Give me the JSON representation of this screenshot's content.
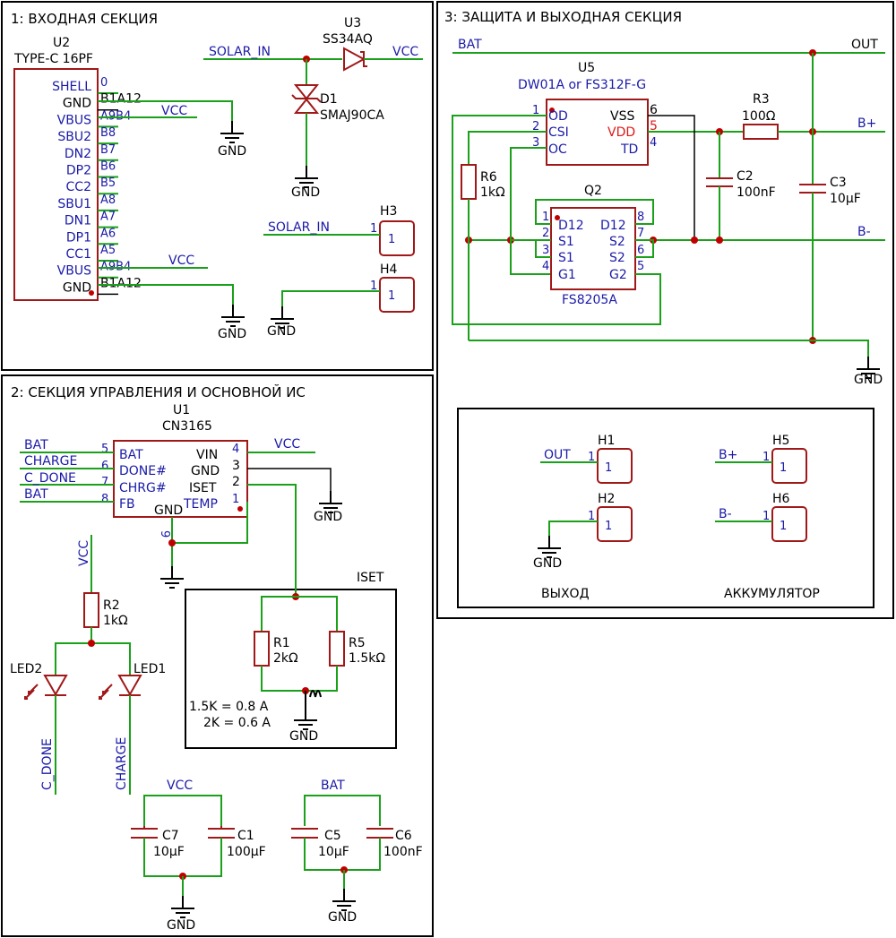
{
  "sections": {
    "input": "1: ВХОДНАЯ СЕКЦИЯ",
    "control": "2: СЕКЦИЯ УПРАВЛЕНИЯ И ОСНОВНОЙ ИС",
    "protection": "3: ЗАЩИТА И ВЫХОДНАЯ СЕКЦИЯ",
    "iset_box": "ISET"
  },
  "connector_u2": {
    "ref": "U2",
    "value": "TYPE-C 16PF",
    "left_labels": [
      "SHELL",
      "GND",
      "VBUS",
      "SBU2",
      "DN2",
      "DP2",
      "CC2",
      "SBU1",
      "DN1",
      "DP1",
      "CC1",
      "VBUS",
      "GND"
    ],
    "pin_numbers": [
      "0",
      "B1A12",
      "A9B4",
      "B8",
      "B7",
      "B6",
      "B5",
      "A8",
      "A7",
      "A6",
      "A5",
      "A9B4",
      "B1A12"
    ]
  },
  "nets": {
    "solar_in": "SOLAR_IN",
    "vcc": "VCC",
    "gnd": "GND",
    "bat": "BAT",
    "out": "OUT",
    "b_plus": "B+",
    "b_minus": "B-",
    "charge": "CHARGE",
    "c_done": "C_DONE"
  },
  "u3": {
    "ref": "U3",
    "value": "SS34AQ"
  },
  "d1": {
    "ref": "D1",
    "value": "SMAJ90CA"
  },
  "headers": {
    "h1": "H1",
    "h2": "H2",
    "h3": "H3",
    "h4": "H4",
    "h5": "H5",
    "h6": "H6",
    "pin": "1"
  },
  "u1": {
    "ref": "U1",
    "value": "CN3165",
    "left_pins": [
      {
        "num": "5",
        "name": "BAT"
      },
      {
        "num": "6",
        "name": "DONE#"
      },
      {
        "num": "7",
        "name": "CHRG#"
      },
      {
        "num": "8",
        "name": "FB"
      }
    ],
    "right_pins": [
      {
        "num": "4",
        "name": "VIN"
      },
      {
        "num": "3",
        "name": "GND"
      },
      {
        "num": "2",
        "name": "ISET"
      },
      {
        "num": "1",
        "name": "TEMP"
      }
    ],
    "bottom_pin": {
      "num": "9",
      "name": "GND"
    }
  },
  "r2": {
    "ref": "R2",
    "value": "1kΩ"
  },
  "led2": {
    "ref": "LED2"
  },
  "led1": {
    "ref": "LED1"
  },
  "r1": {
    "ref": "R1",
    "value": "2kΩ"
  },
  "r5": {
    "ref": "R5",
    "value": "1.5kΩ"
  },
  "iset_notes": [
    "1.5K = 0.8 A",
    "2K = 0.6 A"
  ],
  "c7": {
    "ref": "C7",
    "value": "10µF"
  },
  "c1": {
    "ref": "C1",
    "value": "100µF"
  },
  "c5": {
    "ref": "C5",
    "value": "10µF"
  },
  "c6": {
    "ref": "C6",
    "value": "100nF"
  },
  "u5": {
    "ref": "U5",
    "value": "DW01A or FS312F-G",
    "left_pins": [
      {
        "num": "1",
        "name": "OD"
      },
      {
        "num": "2",
        "name": "CSI"
      },
      {
        "num": "3",
        "name": "OC"
      }
    ],
    "right_pins": [
      {
        "num": "6",
        "name": "VSS"
      },
      {
        "num": "5",
        "name": "VDD"
      },
      {
        "num": "4",
        "name": "TD"
      }
    ]
  },
  "q2": {
    "ref": "Q2",
    "value": "FS8205A",
    "left_pins": [
      {
        "num": "1",
        "name": "D12"
      },
      {
        "num": "2",
        "name": "S1"
      },
      {
        "num": "3",
        "name": "S1"
      },
      {
        "num": "4",
        "name": "G1"
      }
    ],
    "right_pins": [
      {
        "num": "8",
        "name": "D12"
      },
      {
        "num": "7",
        "name": "S2"
      },
      {
        "num": "6",
        "name": "S2"
      },
      {
        "num": "5",
        "name": "G2"
      }
    ]
  },
  "r6": {
    "ref": "R6",
    "value": "1kΩ"
  },
  "r3": {
    "ref": "R3",
    "value": "100Ω"
  },
  "c2": {
    "ref": "C2",
    "value": "100nF"
  },
  "c3": {
    "ref": "C3",
    "value": "10µF"
  },
  "output_labels": {
    "out": "ВЫХОД",
    "battery": "АККУМУЛЯТОР"
  }
}
